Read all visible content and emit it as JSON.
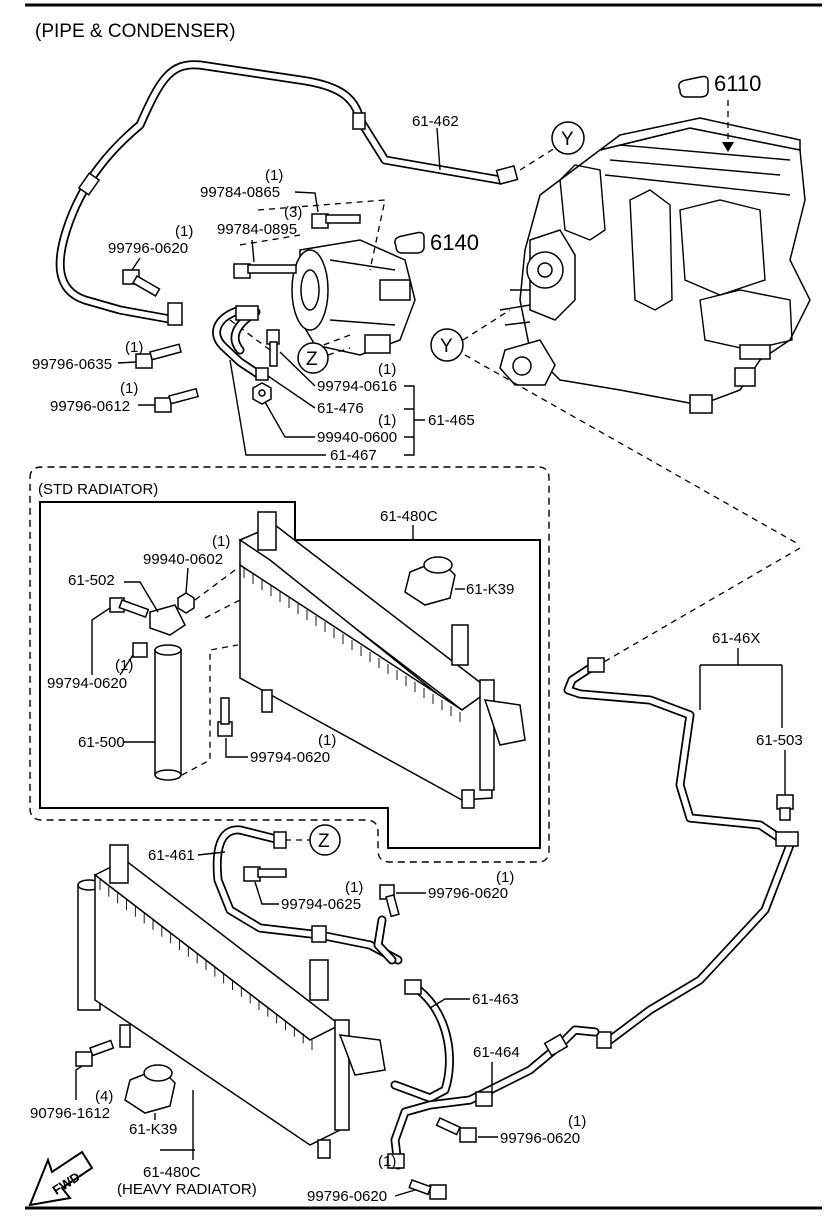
{
  "sections": {
    "main": "(PIPE & CONDENSER)",
    "std_radiator": "(STD RADIATOR)"
  },
  "refs": {
    "hvac_unit": "6110",
    "compressor": "6140",
    "callout_y": "Y",
    "callout_z": "Z"
  },
  "labels": {
    "p61_462": "61-462",
    "p99784_0865": "99784-0865",
    "q99784_0865": "(1)",
    "p99784_0895": "99784-0895",
    "q99784_0895": "(3)",
    "p99796_0620_a": "99796-0620",
    "q99796_0620_a": "(1)",
    "p99796_0635": "99796-0635",
    "q99796_0635": "(1)",
    "p99796_0612": "99796-0612",
    "q99796_0612": "(1)",
    "p99794_0616": "99794-0616",
    "q99794_0616": "(1)",
    "p61_476": "61-476",
    "p99940_0600": "99940-0600",
    "q99940_0600": "(1)",
    "p61_465": "61-465",
    "p61_467": "61-467",
    "p61_480C": "61-480C",
    "p99940_0602": "99940-0602",
    "q99940_0602": "(1)",
    "p61_502": "61-502",
    "p61_K39_a": "61-K39",
    "p99794_0620_a": "99794-0620",
    "q99794_0620_a": "(1)",
    "p61_500": "61-500",
    "p99794_0620_b": "99794-0620",
    "q99794_0620_b": "(1)",
    "p61_46X": "61-46X",
    "p61_503": "61-503",
    "p61_461": "61-461",
    "p99794_0625": "99794-0625",
    "q99794_0625": "(1)",
    "p99796_0620_b": "99796-0620",
    "q99796_0620_b": "(1)",
    "p61_463": "61-463",
    "p61_464": "61-464",
    "p90796_1612": "90796-1612",
    "q90796_1612": "(4)",
    "p61_K39_b": "61-K39",
    "p99796_0620_c": "99796-0620",
    "q99796_0620_c": "(1)",
    "p61_480C_b": "61-480C",
    "heavy_radiator": "(HEAVY RADIATOR)",
    "p99796_0620_d": "99796-0620",
    "q99796_0620_d": "(1)",
    "fwd": "FWD"
  }
}
